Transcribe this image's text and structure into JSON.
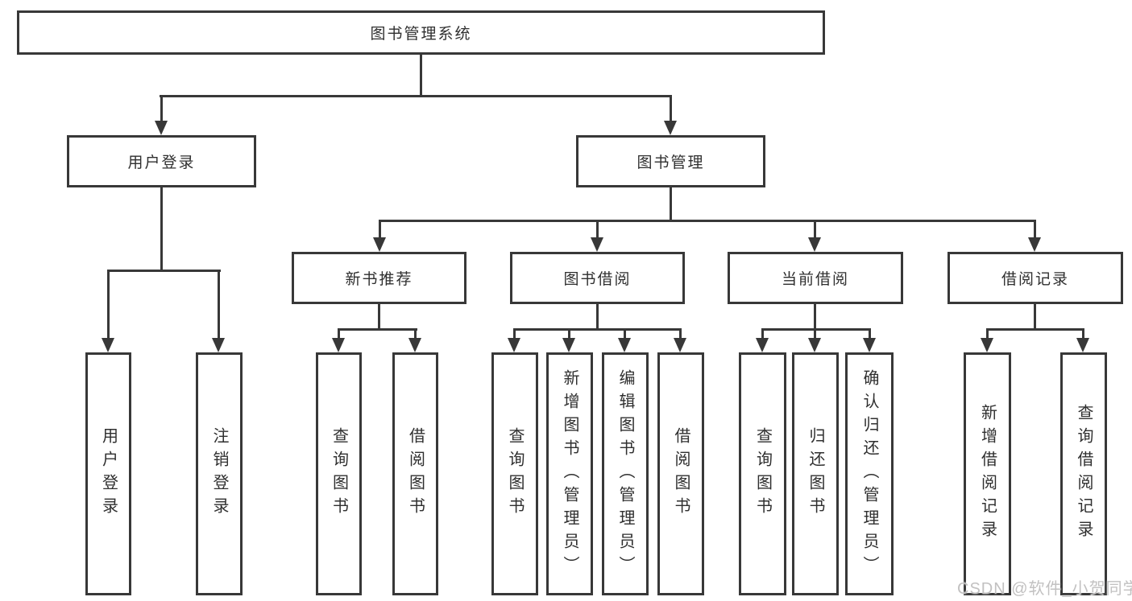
{
  "diagram": {
    "root": "图书管理系统",
    "branches": [
      {
        "label": "用户登录",
        "children": [
          "用户登录",
          "注销登录"
        ]
      },
      {
        "label": "图书管理",
        "children": [
          {
            "label": "新书推荐",
            "children": [
              "查询图书",
              "借阅图书"
            ]
          },
          {
            "label": "图书借阅",
            "children": [
              "查询图书",
              "新增图书（管理员）",
              "编辑图书（管理员）",
              "借阅图书"
            ]
          },
          {
            "label": "当前借阅",
            "children": [
              "查询图书",
              "归还图书",
              "确认归还（管理员）"
            ]
          },
          {
            "label": "借阅记录",
            "children": [
              "新增借阅记录",
              "查询借阅记录"
            ]
          }
        ]
      }
    ]
  },
  "watermark": "CSDN @软件_小贺同学",
  "colors": {
    "line": "#383838",
    "text": "#2f2f2f",
    "watermark": "#c2c1c1",
    "background": "#ffffff"
  }
}
